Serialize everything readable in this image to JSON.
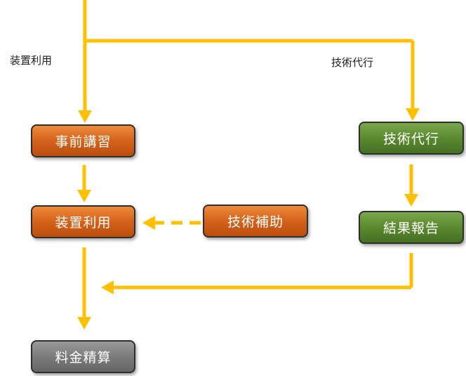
{
  "branch_labels": {
    "left": "装置利用",
    "right": "技術代行"
  },
  "nodes": {
    "pre_training": "事前講習",
    "equipment_use": "装置利用",
    "technical_assist": "技術補助",
    "technical_proxy": "技術代行",
    "result_report": "結果報告",
    "fee_settlement": "料金精算"
  },
  "colors": {
    "arrow": "#ffc000",
    "orange_node": "#d4621a",
    "green_node": "#5a8a2e",
    "gray_node": "#7b7b7b"
  }
}
